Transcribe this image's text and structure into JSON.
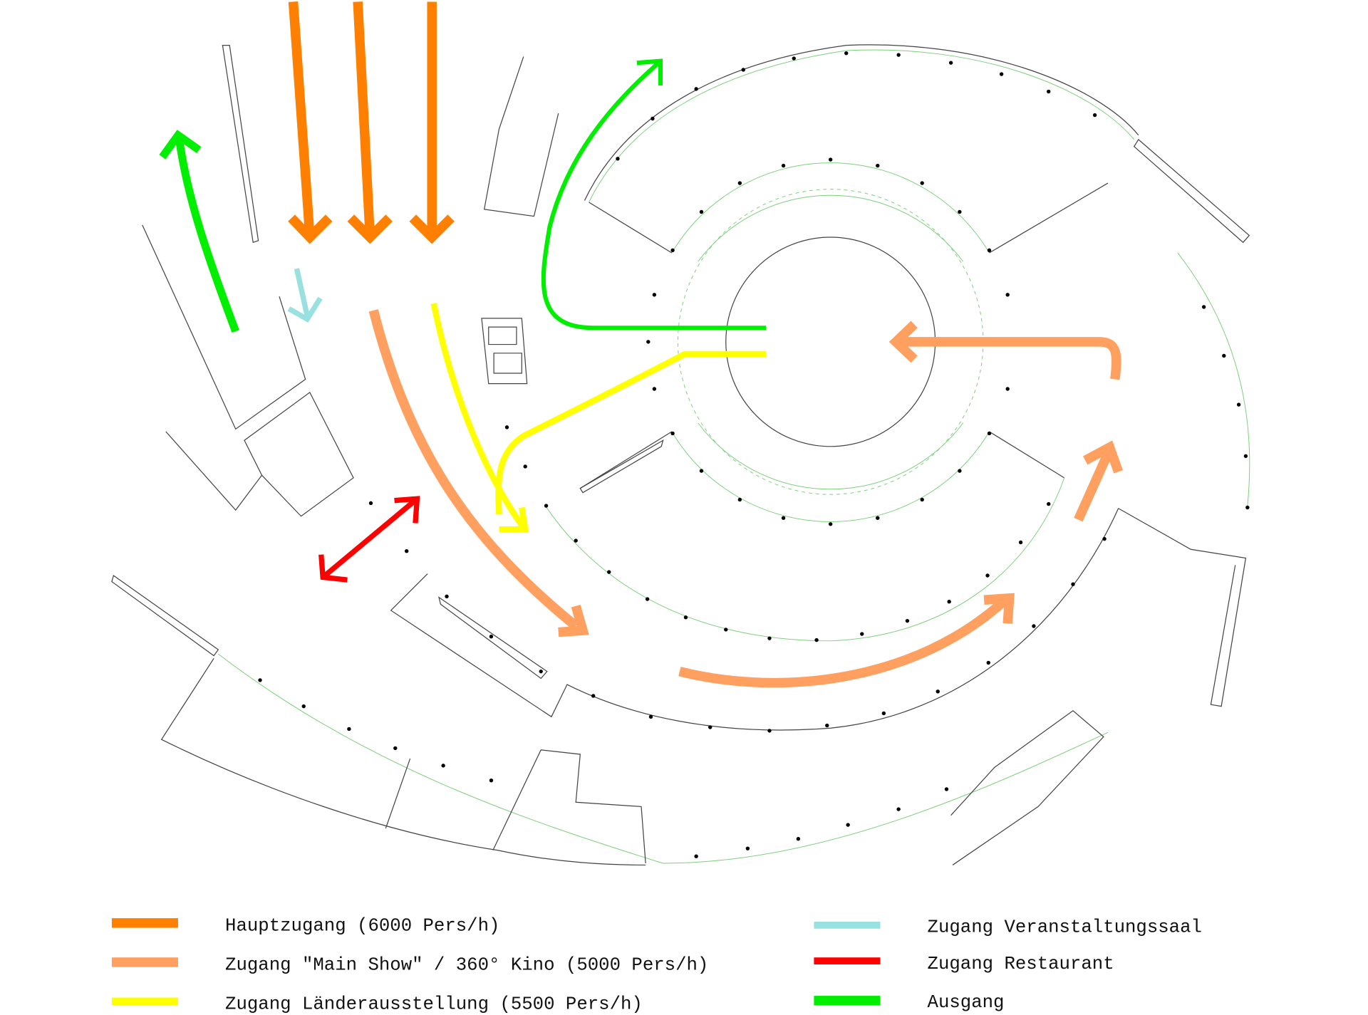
{
  "title": "Besucherfluss Pavillon",
  "colors": {
    "hauptzugang": "#ff8000",
    "main_show": "#ffa060",
    "laender": "#ffff00",
    "veranstaltung": "#99e0e0",
    "restaurant": "#ff0000",
    "ausgang": "#00ee00"
  },
  "legend": [
    {
      "label": "Hauptzugang (6000 Pers/h)",
      "color": "#ff8000"
    },
    {
      "label": "Zugang \"Main Show\" / 360° Kino (5000 Pers/h)",
      "color": "#ffa060"
    },
    {
      "label": "Zugang Länderausstellung (5500 Pers/h)",
      "color": "#ffff00"
    },
    {
      "label": "Zugang Veranstaltungssaal",
      "color": "#99e0e0"
    },
    {
      "label": "Zugang Restaurant",
      "color": "#ff0000"
    },
    {
      "label": "Ausgang",
      "color": "#00ee00"
    }
  ]
}
